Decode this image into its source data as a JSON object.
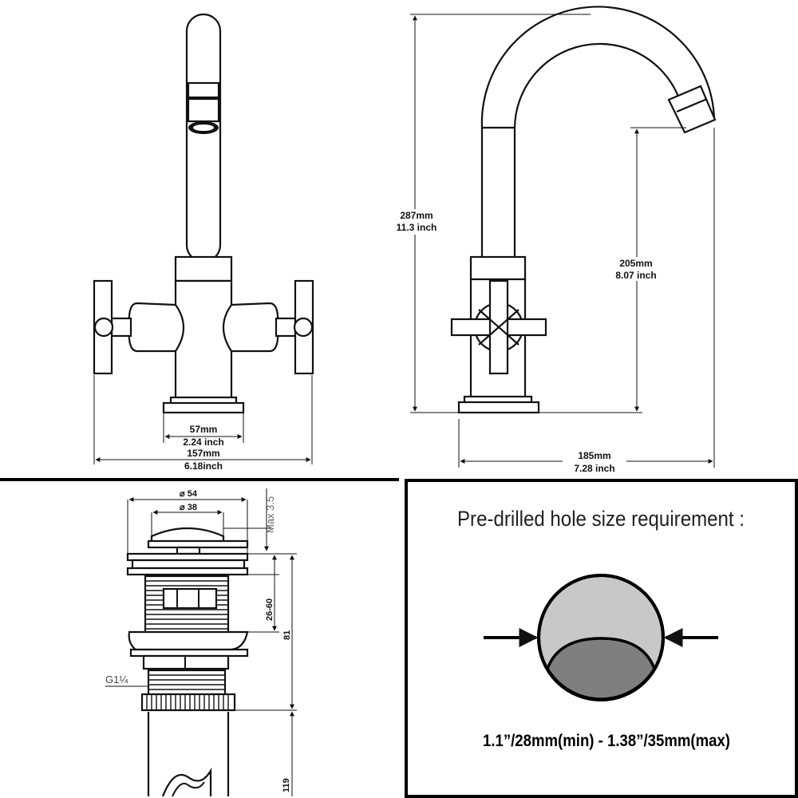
{
  "front_view": {
    "dim_inner_mm": "57mm",
    "dim_inner_in": "2.24 inch",
    "dim_overall_mm": "157mm",
    "dim_overall_in": "6.18inch"
  },
  "side_view": {
    "dim_height_mm": "287mm",
    "dim_height_in": "11.3 inch",
    "dim_spout_mm": "205mm",
    "dim_spout_in": "8.07 inch",
    "dim_reach_mm": "185mm",
    "dim_reach_in": "7.28 inch"
  },
  "waste_view": {
    "dia_outer": "⌀ 54",
    "dia_inner": "⌀ 38",
    "max_label": "Max 3.5",
    "range_label": "26-60",
    "height_label": "81",
    "thread_label": "G1¼",
    "length_label": "119"
  },
  "hole_panel": {
    "title": "Pre-drilled hole size requirement :",
    "requirement": "1.1”/28mm(min) - 1.38”/35mm(max)"
  },
  "colors": {
    "line": "#111111",
    "hole_light": "#c8c8c8",
    "hole_dark": "#7f7f7f"
  }
}
